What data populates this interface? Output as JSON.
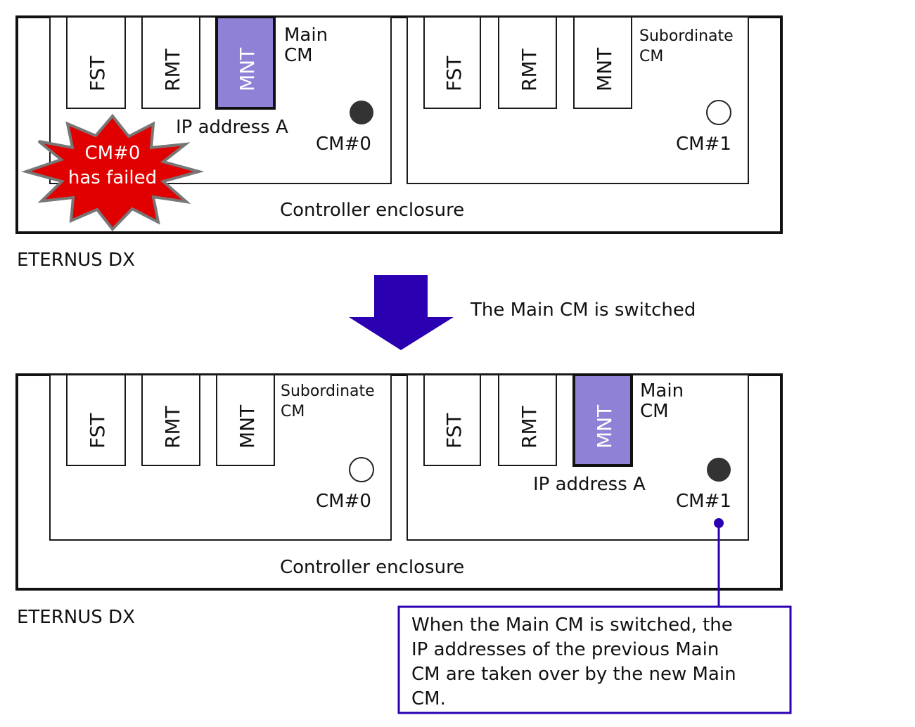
{
  "colors": {
    "main_cm_highlight": "#8f82d6",
    "arrow": "#2a00b0",
    "callout": "#2a00b0",
    "failure_burst": "#e00000",
    "failure_burst_outline": "#777777",
    "led_on": "#333333"
  },
  "before": {
    "enclosure_label": "Controller enclosure",
    "system_label": "ETERNUS DX",
    "cm0": {
      "role_line1": "Main",
      "role_line2": "CM",
      "modules": [
        "FST",
        "RMT",
        "MNT"
      ],
      "ip_label": "IP address A",
      "cm_label": "CM#0",
      "led_state": "on"
    },
    "cm1": {
      "role_line1": "Subordinate",
      "role_line2": "CM",
      "modules": [
        "FST",
        "RMT",
        "MNT"
      ],
      "cm_label": "CM#1",
      "led_state": "off"
    },
    "failure_burst": {
      "line1": "CM#0",
      "line2": "has failed"
    }
  },
  "transition": {
    "label": "The Main CM is switched",
    "arrow_icon": "down-arrow-icon"
  },
  "after": {
    "enclosure_label": "Controller enclosure",
    "system_label": "ETERNUS DX",
    "cm0": {
      "role_line1": "Subordinate",
      "role_line2": "CM",
      "modules": [
        "FST",
        "RMT",
        "MNT"
      ],
      "cm_label": "CM#0",
      "led_state": "off"
    },
    "cm1": {
      "role_line1": "Main",
      "role_line2": "CM",
      "modules": [
        "FST",
        "RMT",
        "MNT"
      ],
      "ip_label": "IP address A",
      "cm_label": "CM#1",
      "led_state": "on"
    },
    "callout": {
      "lines": [
        "When the Main CM is switched, the",
        "IP addresses of the previous Main",
        "CM are taken over by the new Main",
        "CM."
      ]
    }
  }
}
